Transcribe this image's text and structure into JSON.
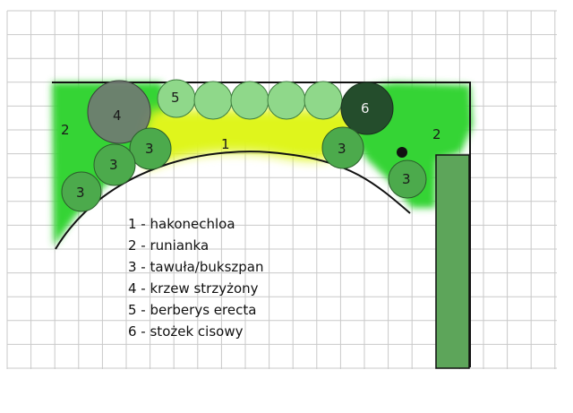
{
  "colors": {
    "grid": "#c9c9c9",
    "groundcover": "#35d435",
    "grass": "#dff51a",
    "shrub": "#4caa4c",
    "dark_shrub": "#244d2c",
    "trimmed_shrub": "#707a72",
    "barberry": "#8fd88a",
    "planter": "#5da55a",
    "outline": "#111111"
  },
  "labels": {
    "grass": "1",
    "groundcover_left": "2",
    "groundcover_right": "2",
    "trimmed_shrub": "4",
    "barberry": "5",
    "yew_cone": "6",
    "spirea": "3"
  },
  "legend": [
    "1 - hakonechloa",
    "2 - runianka",
    "3 - tawuła/bukszpan",
    "4 - krzew strzyżony",
    "5 - berberys erecta",
    "6 - stożek cisowy"
  ]
}
